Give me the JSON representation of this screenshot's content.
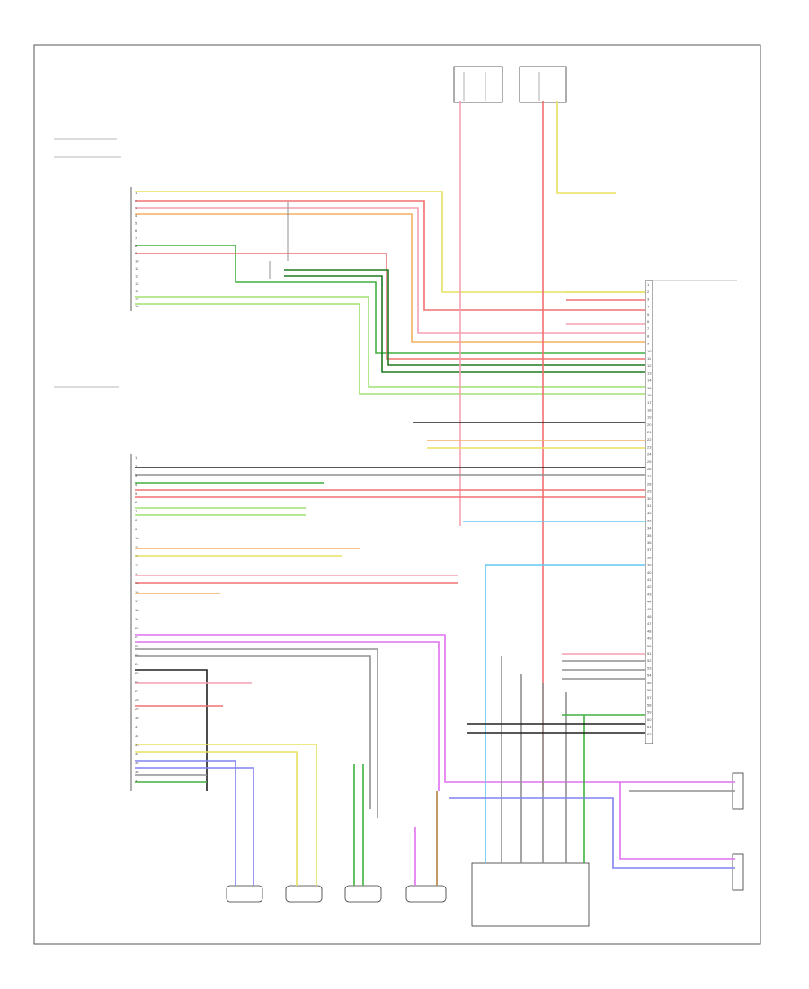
{
  "page": {
    "width": 900,
    "height": 1100
  },
  "connectors": {
    "left_connector_1": [
      "1",
      "2",
      "3",
      "4",
      "5",
      "6",
      "7",
      "8",
      "9",
      "10",
      "11",
      "12",
      "13",
      "14",
      "15",
      "16"
    ],
    "left_connector_2": [
      "1",
      "2",
      "3",
      "4",
      "5",
      "6",
      "7",
      "8",
      "9",
      "10",
      "11",
      "12",
      "13",
      "14",
      "15",
      "16",
      "17",
      "18",
      "19",
      "20",
      "21",
      "22",
      "23",
      "24",
      "25",
      "26",
      "27",
      "28",
      "29",
      "30",
      "31",
      "32",
      "33",
      "34",
      "35",
      "36",
      "37"
    ],
    "right_connector": [
      "1",
      "2",
      "3",
      "4",
      "5",
      "6",
      "7",
      "8",
      "9",
      "10",
      "11",
      "12",
      "13",
      "14",
      "15",
      "16",
      "17",
      "18",
      "19",
      "20",
      "21",
      "22",
      "23",
      "24",
      "25",
      "26",
      "27",
      "28",
      "29",
      "30",
      "31",
      "32",
      "33",
      "34",
      "35",
      "36",
      "37",
      "38",
      "39",
      "40",
      "41",
      "42",
      "43",
      "44",
      "45",
      "46",
      "47",
      "48",
      "49",
      "50",
      "51",
      "52",
      "53",
      "54",
      "55",
      "56",
      "57",
      "58",
      "59",
      "60",
      "61",
      "62"
    ]
  },
  "colors": {
    "yellow": "#e8e060",
    "red": "#f07070",
    "pink": "#f4a0b0",
    "green": "#40b040",
    "lightgreen": "#a0e070",
    "darkgreen": "#207a20",
    "violet": "#e070f0",
    "blue": "#8080f0",
    "lightblue": "#60c8f0",
    "orange": "#f0b060",
    "brown": "#b08040",
    "gray": "#909090",
    "black": "#202020",
    "white": "#c8c8c8",
    "tan": "#d8c090"
  }
}
